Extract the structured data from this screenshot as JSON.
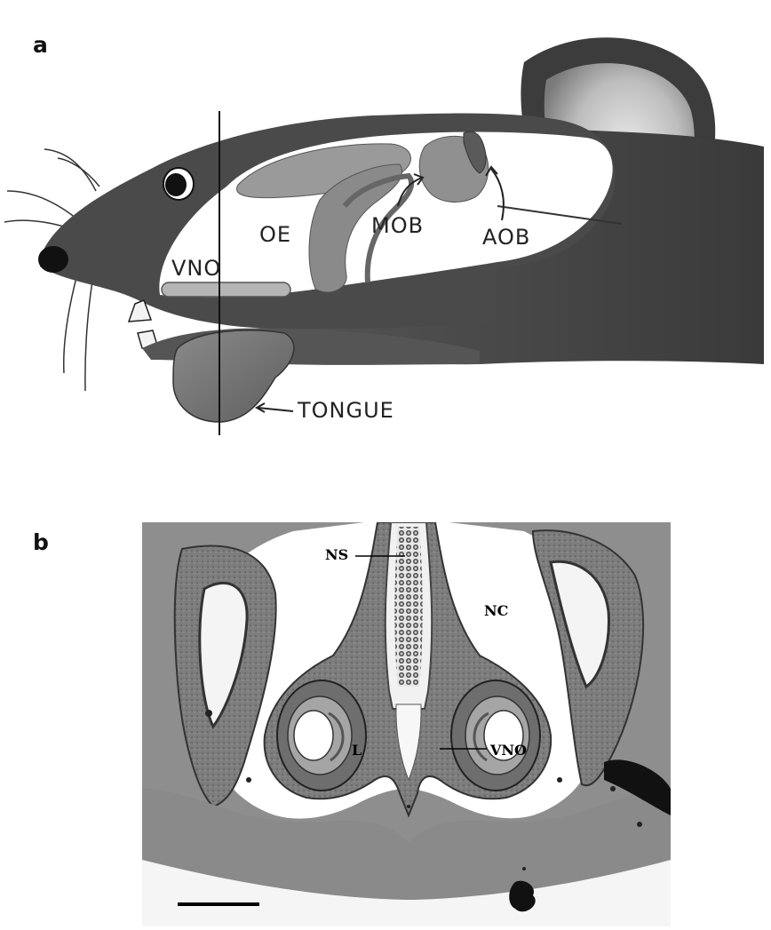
{
  "panels": {
    "a": {
      "letter": "a",
      "labels": {
        "oe": "OE",
        "mob": "MOB",
        "aob": "AOB",
        "vno": "VNO",
        "tongue": "TONGUE"
      }
    },
    "b": {
      "letter": "b",
      "labels": {
        "ns": "NS",
        "nc": "NC",
        "l": "L",
        "vno": "VNO"
      }
    }
  }
}
